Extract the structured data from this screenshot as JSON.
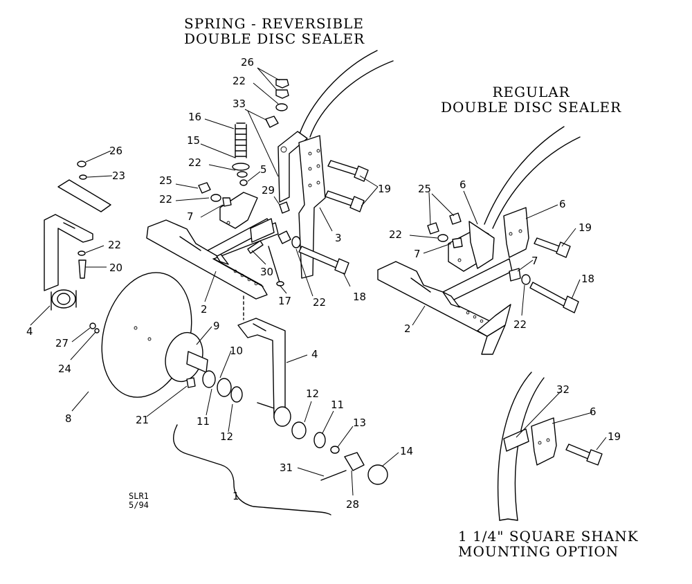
{
  "titles": {
    "spring_line1": "SPRING - REVERSIBLE",
    "spring_line2": "DOUBLE DISC SEALER",
    "regular_line1": "REGULAR",
    "regular_line2": "DOUBLE DISC SEALER",
    "option_line1": "1 1/4\" SQUARE SHANK",
    "option_line2": "MOUNTING OPTION"
  },
  "drawing_code": {
    "line1": "SLR1",
    "line2": "5/94"
  },
  "callouts": [
    {
      "id": "c26a",
      "text": "26"
    },
    {
      "id": "c22a",
      "text": "22"
    },
    {
      "id": "c33",
      "text": "33"
    },
    {
      "id": "c16",
      "text": "16"
    },
    {
      "id": "c15",
      "text": "15"
    },
    {
      "id": "c22b",
      "text": "22"
    },
    {
      "id": "c5",
      "text": "5"
    },
    {
      "id": "c25a",
      "text": "25"
    },
    {
      "id": "c22c",
      "text": "22"
    },
    {
      "id": "c29",
      "text": "29"
    },
    {
      "id": "c7a",
      "text": "7"
    },
    {
      "id": "c19a",
      "text": "19"
    },
    {
      "id": "c3",
      "text": "3"
    },
    {
      "id": "c30",
      "text": "30"
    },
    {
      "id": "c17",
      "text": "17"
    },
    {
      "id": "c22d",
      "text": "22"
    },
    {
      "id": "c18a",
      "text": "18"
    },
    {
      "id": "c2a",
      "text": "2"
    },
    {
      "id": "c26b",
      "text": "26"
    },
    {
      "id": "c23",
      "text": "23"
    },
    {
      "id": "c22e",
      "text": "22"
    },
    {
      "id": "c20",
      "text": "20"
    },
    {
      "id": "c4a",
      "text": "4"
    },
    {
      "id": "c27",
      "text": "27"
    },
    {
      "id": "c24",
      "text": "24"
    },
    {
      "id": "c9",
      "text": "9"
    },
    {
      "id": "c10",
      "text": "10"
    },
    {
      "id": "c4b",
      "text": "4"
    },
    {
      "id": "c8",
      "text": "8"
    },
    {
      "id": "c21",
      "text": "21"
    },
    {
      "id": "c11a",
      "text": "11"
    },
    {
      "id": "c12a",
      "text": "12"
    },
    {
      "id": "c12b",
      "text": "12"
    },
    {
      "id": "c11b",
      "text": "11"
    },
    {
      "id": "c13",
      "text": "13"
    },
    {
      "id": "c14",
      "text": "14"
    },
    {
      "id": "c31",
      "text": "31"
    },
    {
      "id": "c28",
      "text": "28"
    },
    {
      "id": "c1",
      "text": "1"
    },
    {
      "id": "c6a",
      "text": "6"
    },
    {
      "id": "c6b",
      "text": "6"
    },
    {
      "id": "c25b",
      "text": "25"
    },
    {
      "id": "c19b",
      "text": "19"
    },
    {
      "id": "c22f",
      "text": "22"
    },
    {
      "id": "c7b",
      "text": "7"
    },
    {
      "id": "c7c",
      "text": "7"
    },
    {
      "id": "c18b",
      "text": "18"
    },
    {
      "id": "c2b",
      "text": "2"
    },
    {
      "id": "c22g",
      "text": "22"
    },
    {
      "id": "c32",
      "text": "32"
    },
    {
      "id": "c6c",
      "text": "6"
    },
    {
      "id": "c19c",
      "text": "19"
    }
  ]
}
